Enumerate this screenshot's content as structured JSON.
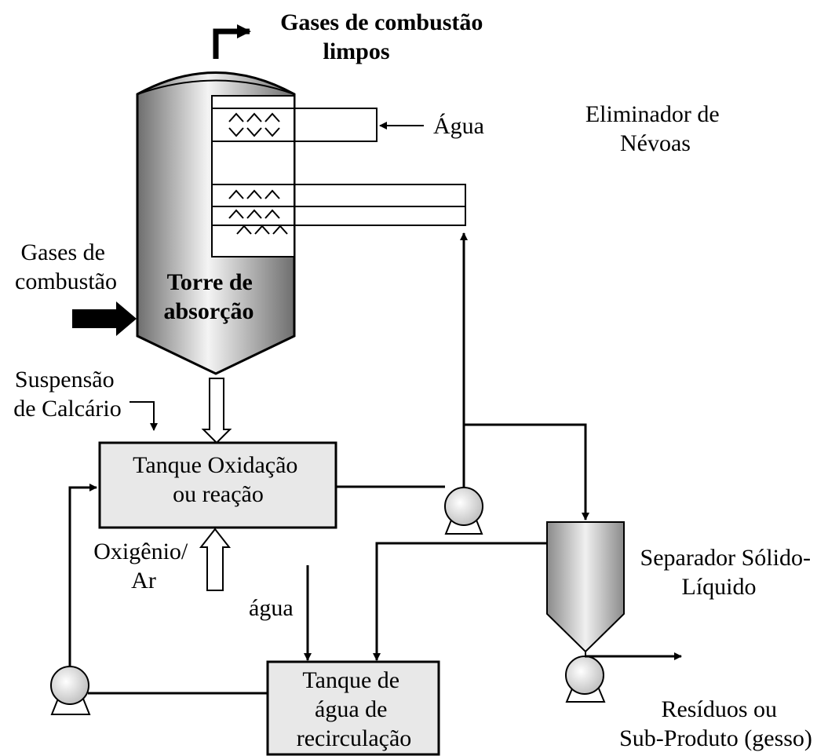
{
  "labels": {
    "clean_gas": [
      "Gases de combustão",
      "limpos"
    ],
    "water_in": "Água",
    "mist_eliminator": [
      "Eliminador de",
      "Névoas"
    ],
    "flue_gas": [
      "Gases de",
      "combustão"
    ],
    "tower": [
      "Torre de",
      "absorção"
    ],
    "limestone": [
      "Suspensão",
      "de Calcário"
    ],
    "oxidation_tank": [
      "Tanque Oxidação",
      "ou reação"
    ],
    "oxygen": [
      "Oxigênio/",
      "Ar"
    ],
    "makeup_water": "água",
    "recirc_tank": [
      "Tanque de",
      "água de",
      "recirculação"
    ],
    "separator": [
      "Separador Sólido-",
      "Líquido"
    ],
    "byproduct": [
      "Resíduos ou",
      "Sub-Produto (gesso)"
    ]
  },
  "colors": {
    "tank_fill": "#e8e8e8",
    "tower_dark": "#6e6e6e",
    "tower_light": "#f4f4f4"
  }
}
